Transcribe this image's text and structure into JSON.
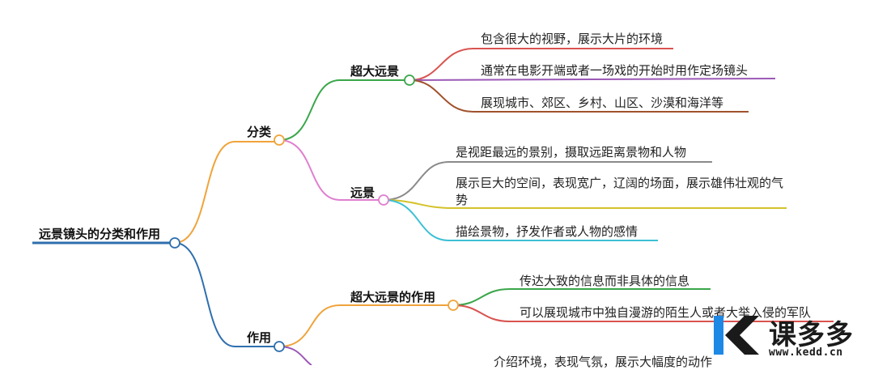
{
  "mindmap": {
    "root": "远景镜头的分类和作用",
    "branches": [
      {
        "label": "分类",
        "children": [
          {
            "label": "超大远景",
            "leaves": [
              "包含很大的视野，展示大片的环境",
              "通常在电影开端或者一场戏的开始时用作定场镜头",
              "展现城市、郊区、乡村、山区、沙漠和海洋等"
            ]
          },
          {
            "label": "远景",
            "leaves": [
              "是视距最远的景别，摄取远距离景物和人物",
              "展示巨大的空间，表现宽广，辽阔的场面，展示雄伟壮观的气势",
              "描绘景物，抒发作者或人物的感情"
            ]
          }
        ]
      },
      {
        "label": "作用",
        "children": [
          {
            "label": "超大远景的作用",
            "leaves": [
              "传达大致的信息而非具体的信息",
              "可以展现城市中独自漫游的陌生人或者大举入侵的军队"
            ]
          },
          {
            "label": "",
            "leaves": [
              "介绍环境，表现气氛，展示大幅度的动作"
            ]
          }
        ]
      }
    ]
  },
  "watermark": {
    "brand": "课多多",
    "site": "www.kedd.cn"
  },
  "colors": {
    "root_line": "#2f6fae",
    "branch_orange": "#f0a33a",
    "green": "#3aa64a",
    "pink": "#df7fd0",
    "red": "#d9534f",
    "purple": "#9b59b6",
    "brown": "#a0522d",
    "gray": "#8a8a8a",
    "yellow": "#d4c22a",
    "cyan": "#3cc0d4",
    "logo_blue": "#1e88e5"
  }
}
